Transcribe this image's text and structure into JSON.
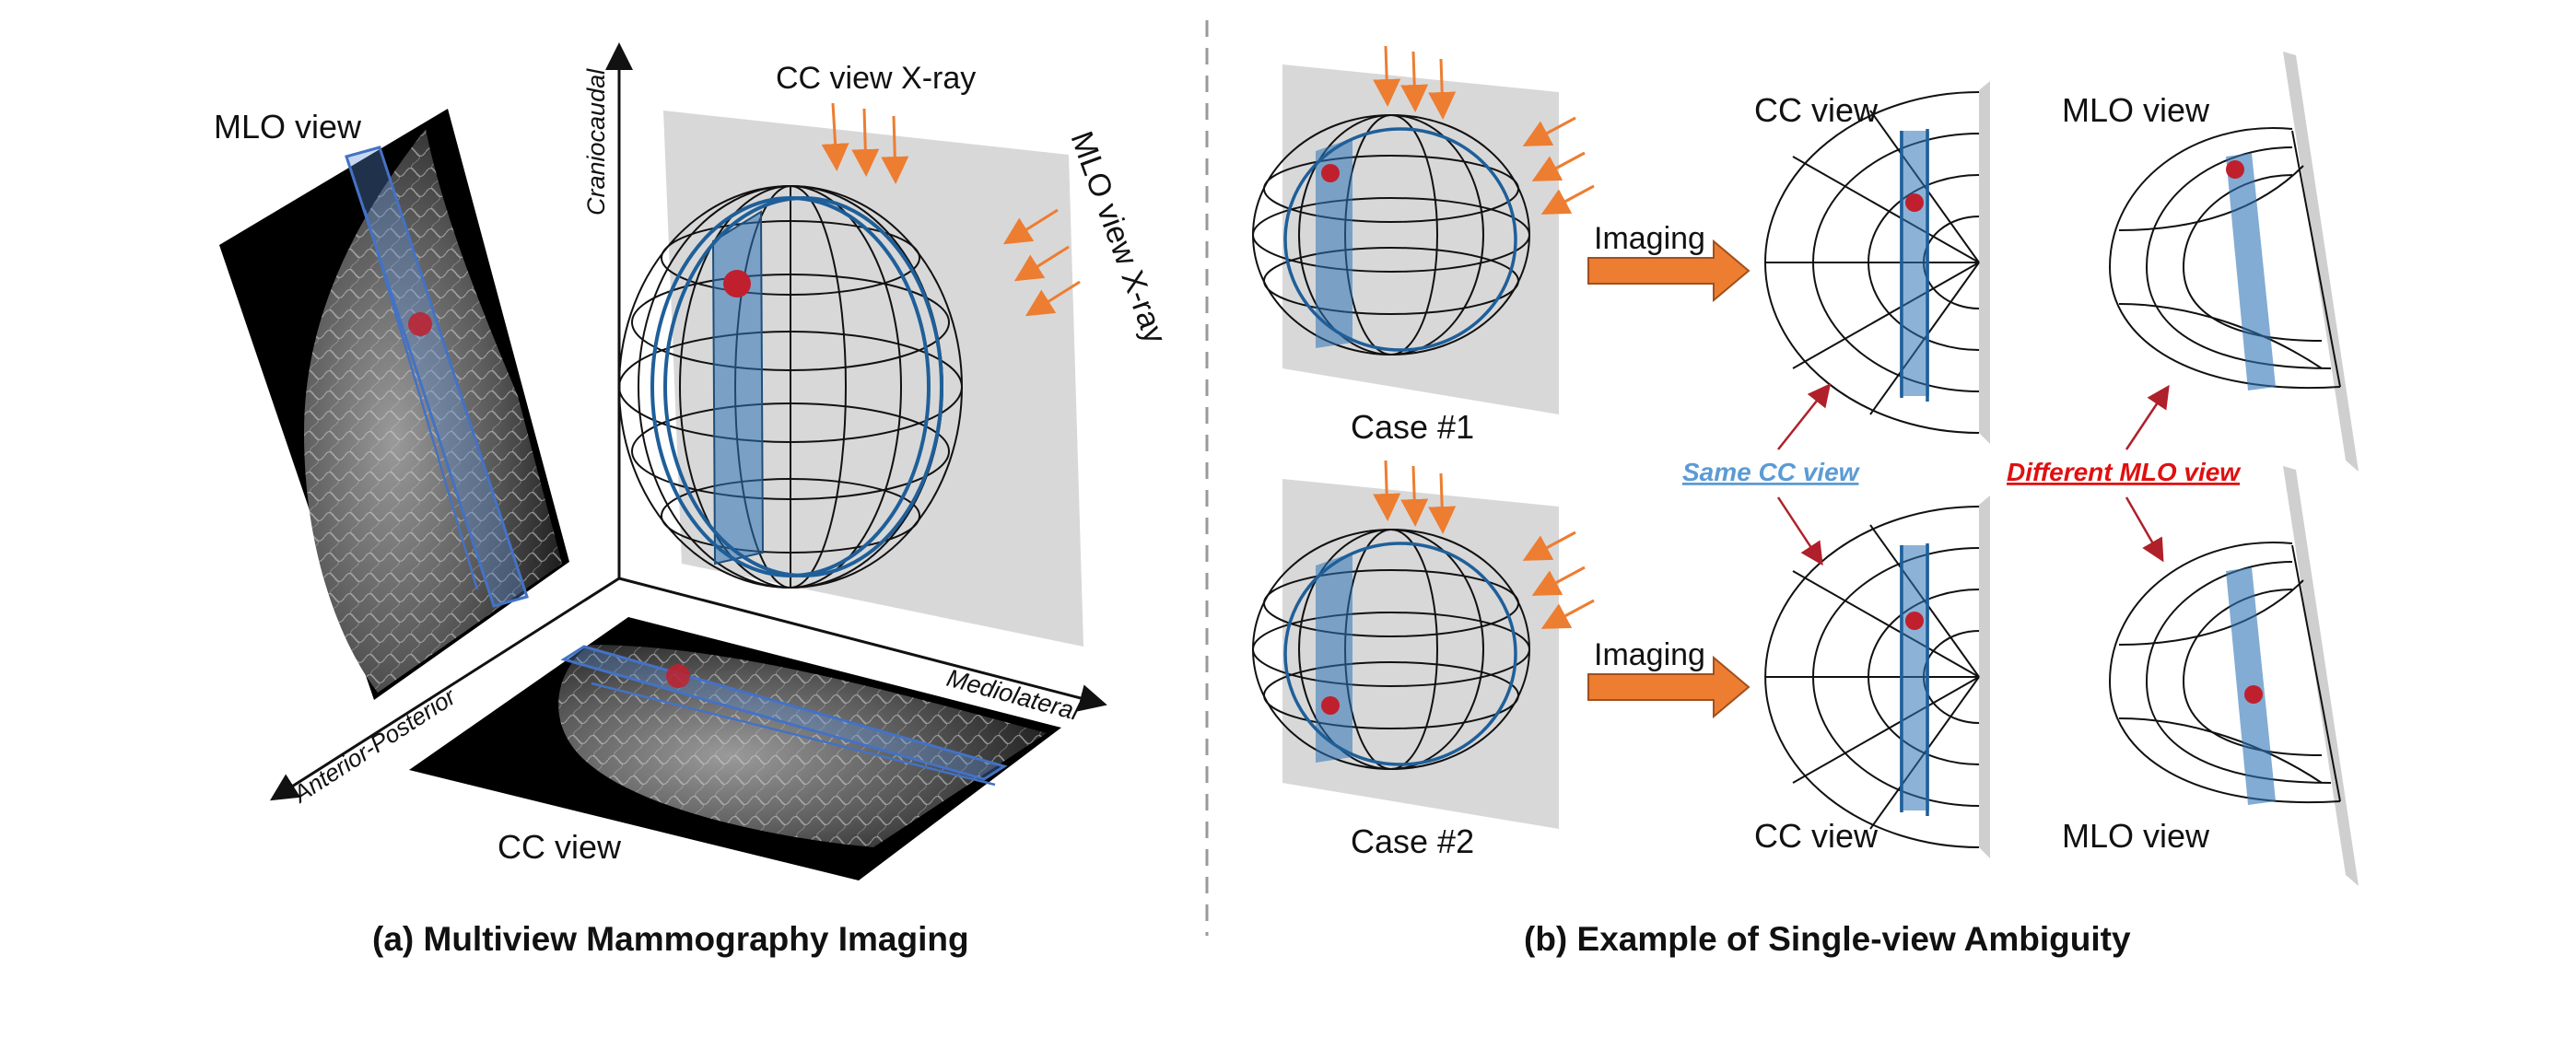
{
  "panel_a": {
    "caption": "(a) Multiview Mammography Imaging",
    "mlo_view_label": "MLO view",
    "cc_view_label": "CC view",
    "cc_xray_label": "CC view X-ray",
    "mlo_xray_label": "MLO view X-ray",
    "axis_craniocaudal": "Craniocaudal",
    "axis_mediolateral": "Mediolateral",
    "axis_anterior_posterior": "Anterior-Posterior"
  },
  "panel_b": {
    "caption": "(b) Example of Single-view Ambiguity",
    "case1_label": "Case #1",
    "case2_label": "Case #2",
    "imaging_label_1": "Imaging",
    "imaging_label_2": "Imaging",
    "cc_view_top": "CC view",
    "mlo_view_top": "MLO view",
    "cc_view_bottom": "CC view",
    "mlo_view_bottom": "MLO view",
    "same_cc_note": "Same CC view",
    "different_mlo_note": "Different MLO view"
  },
  "colors": {
    "arrow_orange": "#ED7D31",
    "band_blue": "#2E75B6",
    "lesion_red": "#C0202E",
    "same_note_blue": "#5B9BD5",
    "diff_note_red": "#E01010",
    "plane_gray": "#D8D8D8"
  }
}
